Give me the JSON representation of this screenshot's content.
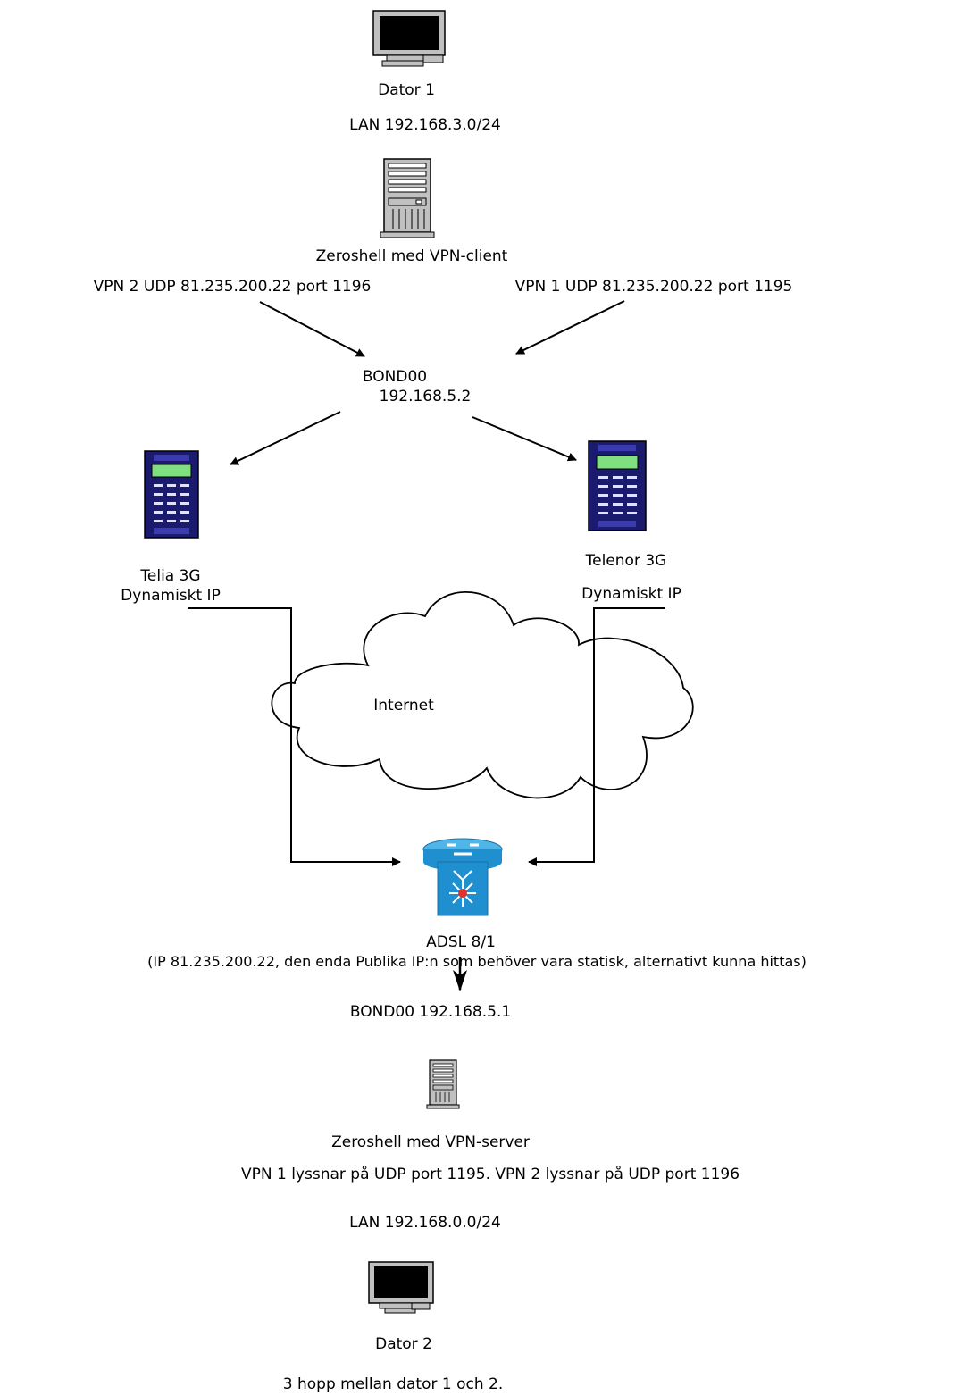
{
  "nodes": {
    "dator1": {
      "label": "Dator 1",
      "icon": "monitor-icon"
    },
    "lan_top": {
      "label": "LAN 192.168.3.0/24"
    },
    "zeroshell_client": {
      "label": "Zeroshell med VPN-client",
      "icon": "tower-server-icon"
    },
    "vpn2_client": {
      "label": "VPN 2 UDP 81.235.200.22 port 1196"
    },
    "vpn1_client": {
      "label": "VPN 1 UDP 81.235.200.22 port 1195"
    },
    "bond_client": {
      "line1": "BOND00",
      "line2": "192.168.5.2"
    },
    "telia": {
      "line1": "Telia 3G",
      "line2": "Dynamiskt IP",
      "icon": "modem-3g-icon"
    },
    "telenor": {
      "line1": "Telenor 3G",
      "line2": "Dynamiskt IP",
      "icon": "modem-3g-icon"
    },
    "internet": {
      "label": "Internet",
      "icon": "cloud-icon"
    },
    "adsl": {
      "line1": "ADSL 8/1",
      "line2": "(IP 81.235.200.22, den enda Publika IP:n som behöver vara statisk, alternativt kunna hittas)",
      "icon": "router-icon"
    },
    "bond_server": {
      "label": "BOND00 192.168.5.1"
    },
    "zeroshell_server": {
      "label": "Zeroshell med VPN-server",
      "icon": "tower-server-icon"
    },
    "vpn_listen": {
      "label": "VPN 1 lyssnar på UDP port 1195. VPN 2 lyssnar på UDP port 1196"
    },
    "lan_bottom": {
      "label": "LAN 192.168.0.0/24"
    },
    "dator2": {
      "label": "Dator 2",
      "icon": "monitor-icon"
    },
    "summary": {
      "label": "3 hopp mellan dator 1 och 2."
    }
  },
  "colors": {
    "modem_body": "#1a1a6e",
    "modem_screen": "#7ee07e",
    "router_blue": "#1f8fd0",
    "router_dot": "#e03030",
    "server_gray": "#c0c0c0"
  }
}
